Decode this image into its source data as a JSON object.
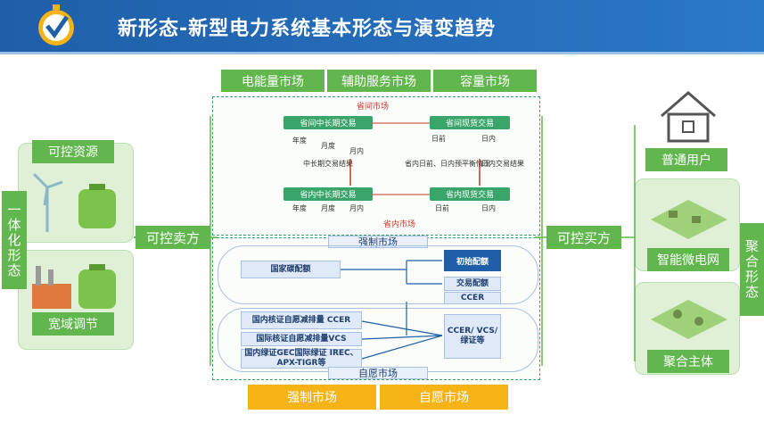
{
  "title": "新形态-新型电力系统基本形态与演变趋势",
  "top_markets": [
    "电能量市场",
    "辅助服务市场",
    "容量市场"
  ],
  "bottom_markets": [
    "强制市场",
    "自愿市场"
  ],
  "left": {
    "integrated_form": "一体化形态",
    "controllable_resources": "可控资源",
    "wide_regulation": "宽域调节",
    "controllable_seller": "可控卖方"
  },
  "right": {
    "aggregated_form": "聚合形态",
    "ordinary_user": "普通用户",
    "smart_microgrid": "智能微电网",
    "aggregator": "聚合主体",
    "controllable_buyer": "可控买方"
  },
  "trade": {
    "inter_provincial_market": "省间市场",
    "inter_mid_long": "省间中长期交易",
    "inter_spot": "省间现货交易",
    "intra_mid_long": "省内中长期交易",
    "intra_spot": "省内现货交易",
    "intra_provincial_market": "省内市场",
    "year": "年度",
    "month": "月度",
    "within_month": "月内",
    "day_ahead": "日前",
    "intraday": "日内",
    "mid_long_clearing": "中长期交易结果",
    "intra_day_ahead_intraday_balance": "省内日前、日内预平衡情况",
    "intraday_clearing": "日内交易结果"
  },
  "carbon": {
    "mandatory_market": "强制市场",
    "voluntary_market": "自愿市场",
    "national_quota": "国家碳配额",
    "initial_quota": "初始配额",
    "traded_quota": "交易配额",
    "ccer": "CCER",
    "domestic_ccer": "国内核证自愿减排量 CCER",
    "intl_vcs": "国际核证自愿减排量VCS",
    "gec": "国内绿证GEC国际绿证 IREC、APX-TIGR等",
    "ccer_vcs": "CCER/ VCS/ 绿证等"
  },
  "colors": {
    "header": "#1f5fa8",
    "green": "#61b64d",
    "yellow": "#f5b316",
    "market_green": "#3aa56a"
  }
}
